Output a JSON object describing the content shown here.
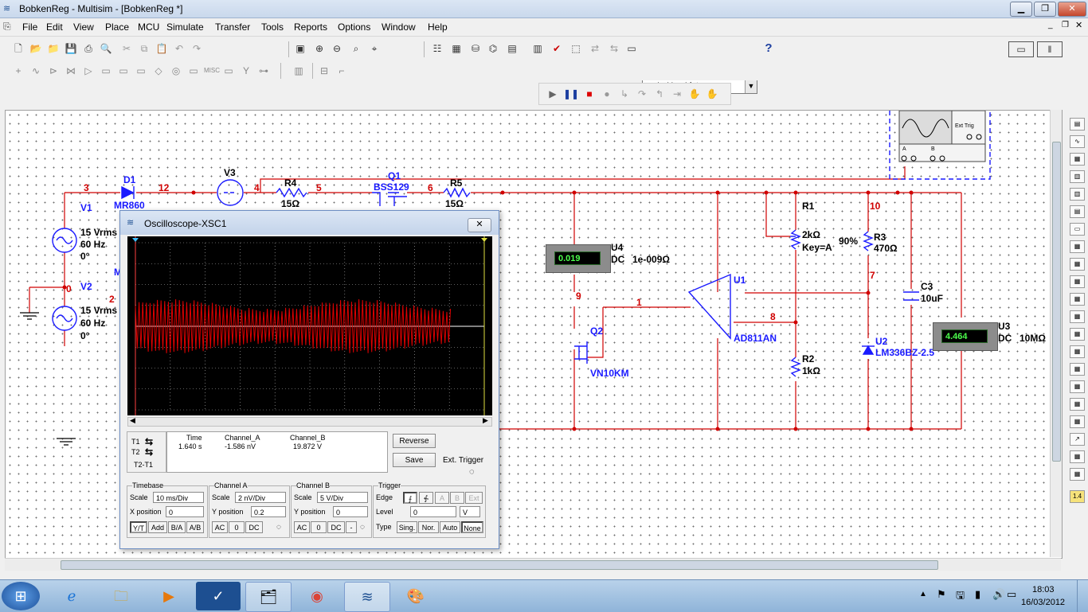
{
  "window": {
    "title": "BobkenReg - Multisim - [BobkenReg *]"
  },
  "menu": [
    "File",
    "Edit",
    "View",
    "Place",
    "MCU",
    "Simulate",
    "Transfer",
    "Tools",
    "Reports",
    "Options",
    "Window",
    "Help"
  ],
  "toolbar": {
    "in_use_list": "--- In Use List ---",
    "help_symbol": "?"
  },
  "schematic": {
    "components": {
      "V1": {
        "ref": "V1",
        "v": "15 Vrms",
        "f": "60 Hz",
        "ph": "0°"
      },
      "V2": {
        "ref": "V2",
        "v": "15 Vrms",
        "f": "60 Hz",
        "ph": "0°"
      },
      "D1": {
        "ref": "D1",
        "model": "MR860"
      },
      "V3": {
        "ref": "V3"
      },
      "R4": {
        "ref": "R4",
        "val": "15Ω"
      },
      "Q1": {
        "ref": "Q1",
        "model": "BSS129"
      },
      "R5": {
        "ref": "R5",
        "val": "15Ω"
      },
      "R1": {
        "ref": "R1",
        "val": "2kΩ",
        "key": "Key=A",
        "pct": "90%"
      },
      "R3": {
        "ref": "R3",
        "val": "470Ω"
      },
      "C3": {
        "ref": "C3",
        "val": "10uF"
      },
      "U1": {
        "ref": "U1",
        "model": "AD811AN"
      },
      "R2": {
        "ref": "R2",
        "val": "1kΩ"
      },
      "U2": {
        "ref": "U2",
        "model": "LM336BZ-2.5"
      },
      "Q2": {
        "ref": "Q2",
        "model": "VN10KM"
      },
      "U4": {
        "ref": "U4",
        "mode": "DC",
        "res": "1e-009Ω",
        "reading": "0.019"
      },
      "U3": {
        "ref": "U3",
        "mode": "DC",
        "res": "10MΩ",
        "reading": "4.464"
      },
      "M_partial": "M",
      "xsc_ext": "Ext Trig",
      "xsc_a": "A",
      "xsc_b": "B"
    },
    "nets": {
      "n3": "3",
      "n12": "12",
      "n4": "4",
      "n5": "5",
      "n6": "6",
      "n0": "0",
      "n2": "2",
      "n9": "9",
      "n1": "1",
      "n8": "8",
      "n7": "7",
      "n10": "10"
    }
  },
  "oscilloscope": {
    "title": "Oscilloscope-XSC1",
    "cursors": {
      "t1": "T1",
      "t2": "T2",
      "diff": "T2-T1"
    },
    "headers": {
      "time": "Time",
      "cha": "Channel_A",
      "chb": "Channel_B"
    },
    "readout": {
      "time": "1.640 s",
      "cha": "-1.586 nV",
      "chb": "19.872 V"
    },
    "buttons": {
      "reverse": "Reverse",
      "save": "Save",
      "ext_trigger": "Ext. Trigger"
    },
    "timebase": {
      "label": "Timebase",
      "scale_label": "Scale",
      "scale": "10 ms/Div",
      "xpos_label": "X position",
      "xpos": "0",
      "modes": [
        "Y/T",
        "Add",
        "B/A",
        "A/B"
      ]
    },
    "channel_a": {
      "label": "Channel A",
      "scale_label": "Scale",
      "scale": "2 nV/Div",
      "ypos_label": "Y position",
      "ypos": "0.2",
      "coupling": [
        "AC",
        "0",
        "DC"
      ]
    },
    "channel_b": {
      "label": "Channel B",
      "scale_label": "Scale",
      "scale": "5  V/Div",
      "ypos_label": "Y position",
      "ypos": "0",
      "coupling": [
        "AC",
        "0",
        "DC",
        "-"
      ]
    },
    "trigger": {
      "label": "Trigger",
      "edge_label": "Edge",
      "edge_btns": [
        "A",
        "B",
        "Ext"
      ],
      "level_label": "Level",
      "level": "0",
      "level_unit": "V",
      "type_label": "Type",
      "types": [
        "Sing.",
        "Nor.",
        "Auto",
        "None"
      ]
    },
    "trace_color": "#e00000"
  },
  "taskbar": {
    "time": "18:03",
    "date": "16/03/2012"
  }
}
